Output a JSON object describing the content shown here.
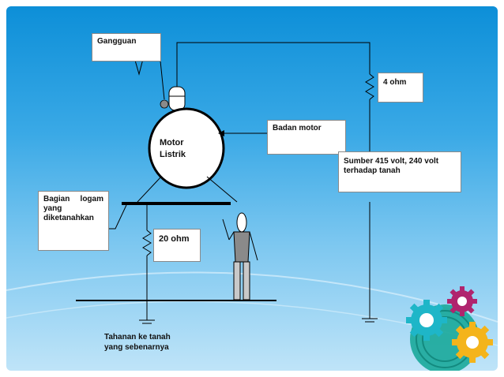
{
  "labels": {
    "gangguan": "Gangguan",
    "ohm4": "4 ohm",
    "badan_motor": "Badan motor",
    "motor_line1": "Motor",
    "motor_line2": "Listrik",
    "sumber": "Sumber 415 volt, 240 volt terhadap tanah",
    "bagian_logam": "Bagian logam yang diketanahkan",
    "ohm20": "20 ohm",
    "tahanan_line1": "Tahanan ke tanah",
    "tahanan_line2": "yang sebenarnya"
  },
  "colors": {
    "background_top": "#0d8fd8",
    "background_bottom": "#bfe4f8",
    "gear_green": "#1aa89a",
    "gear_teal": "#1eb6c8",
    "gear_magenta": "#b0246e",
    "gear_yellow": "#f4b41b"
  }
}
